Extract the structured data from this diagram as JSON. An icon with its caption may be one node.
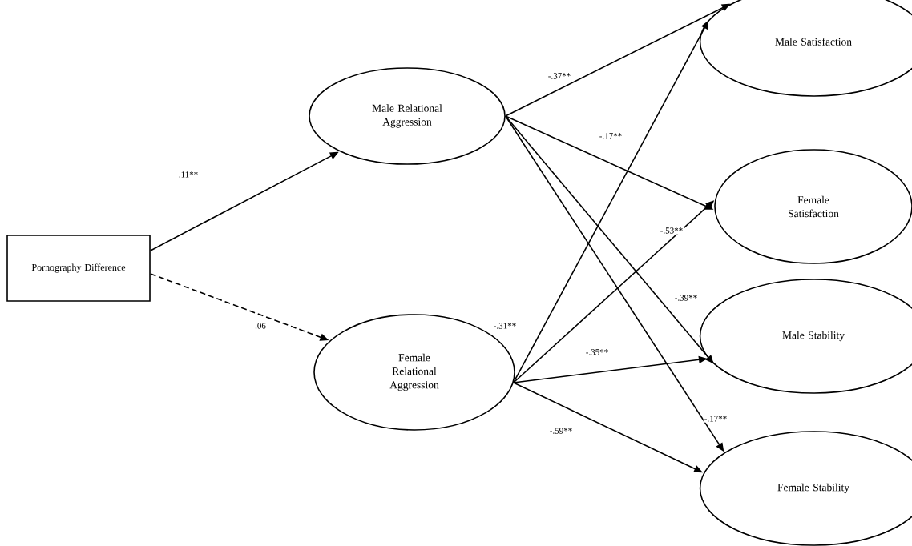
{
  "diagram": {
    "nodes": [
      {
        "text": [
          "Pornography Difference"
        ]
      },
      {
        "text": [
          "Male Relational Aggression"
        ]
      },
      {
        "text": [
          "Female Relational Aggression"
        ]
      },
      {
        "text": [
          "Male Satisfaction"
        ]
      },
      {
        "text": [
          "Female Satisfaction"
        ]
      },
      {
        "text": [
          "Male Stability"
        ]
      },
      {
        "text": [
          "Female Stability"
        ]
      }
    ],
    "edges": [
      {
        "from": 0,
        "to": 1,
        "arrow": "to",
        "label": ".11**"
      },
      {
        "from": 0,
        "to": 2,
        "arrow": "to",
        "label": ".06",
        "style": "dashed"
      },
      {
        "from": 1,
        "to": 3,
        "arrow": "to",
        "label": "-.37**"
      },
      {
        "from": 1,
        "to": 4,
        "arrow": "to",
        "label": "-.17**"
      },
      {
        "from": 1,
        "to": 5,
        "arrow": "to",
        "label": "-.39**"
      },
      {
        "from": 1,
        "to": 6,
        "arrow": "to",
        "label": "-.17**"
      },
      {
        "from": 2,
        "to": 3,
        "arrow": "to",
        "label": "-.31**"
      },
      {
        "from": 2,
        "to": 4,
        "arrow": "to",
        "label": "-.53**"
      },
      {
        "from": 2,
        "to": 5,
        "arrow": "to",
        "label": "-.35**"
      },
      {
        "from": 2,
        "to": 6,
        "arrow": "to",
        "label": "-.59**"
      }
    ]
  }
}
